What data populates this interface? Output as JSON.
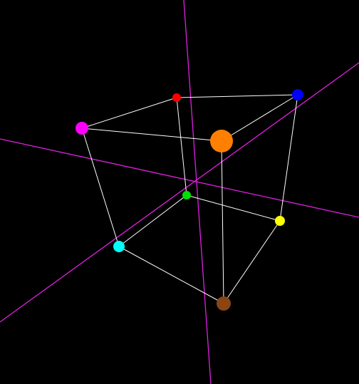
{
  "scene": {
    "background_color": "#000000",
    "axis_color": "#e020e0",
    "edge_color": "#ffffff",
    "axes": [
      {
        "name": "axis-a"
      },
      {
        "name": "axis-b"
      },
      {
        "name": "axis-c"
      }
    ],
    "vertices": [
      {
        "name": "red-vertex",
        "color": "#ff0000"
      },
      {
        "name": "blue-vertex",
        "color": "#0000ff"
      },
      {
        "name": "magenta-vertex",
        "color": "#ff00ff"
      },
      {
        "name": "orange-vertex",
        "color": "#ff8000"
      },
      {
        "name": "green-vertex",
        "color": "#00e000"
      },
      {
        "name": "yellow-vertex",
        "color": "#ffff00"
      },
      {
        "name": "cyan-vertex",
        "color": "#00ffff"
      },
      {
        "name": "brown-vertex",
        "color": "#8b4513"
      }
    ],
    "edges": [
      [
        "red-vertex",
        "blue-vertex"
      ],
      [
        "red-vertex",
        "magenta-vertex"
      ],
      [
        "red-vertex",
        "green-vertex"
      ],
      [
        "blue-vertex",
        "orange-vertex"
      ],
      [
        "blue-vertex",
        "yellow-vertex"
      ],
      [
        "magenta-vertex",
        "orange-vertex"
      ],
      [
        "magenta-vertex",
        "cyan-vertex"
      ],
      [
        "orange-vertex",
        "brown-vertex"
      ],
      [
        "green-vertex",
        "yellow-vertex"
      ],
      [
        "green-vertex",
        "cyan-vertex"
      ],
      [
        "cyan-vertex",
        "brown-vertex"
      ],
      [
        "yellow-vertex",
        "brown-vertex"
      ]
    ]
  }
}
